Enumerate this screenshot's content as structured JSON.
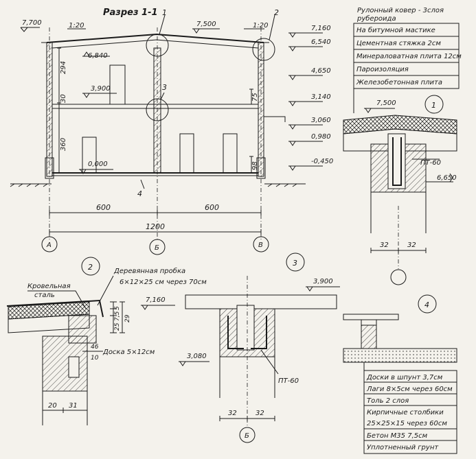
{
  "section": {
    "title": "Разрез 1-1",
    "elevations": [
      "7,700",
      "7,500",
      "6,840",
      "3,900",
      "0,000",
      "7,160",
      "6,540",
      "4,650",
      "3,140",
      "3,060",
      "0,980",
      "-0,450"
    ],
    "slopes": [
      "1:20",
      "1:20"
    ],
    "dims": [
      "294",
      "30",
      "360",
      "75",
      "98",
      "600",
      "600",
      "1200"
    ],
    "callouts": [
      "1",
      "2",
      "3",
      "4"
    ],
    "axes": [
      "А",
      "Б",
      "В"
    ]
  },
  "roof_legend": {
    "title_line1": "Рулонный ковер - 3слоя",
    "title_line2": "рубероида",
    "items": [
      "На битумной мастике",
      "Цементная стяжка 2см",
      "Минераловатная плита 12см",
      "Пароизоляция",
      "Железобетонная плита"
    ]
  },
  "detail1": {
    "num": "1",
    "elev_top": "7,500",
    "elev_side": "6,650",
    "label": "ПТ-60",
    "dims": [
      "32",
      "32"
    ]
  },
  "detail2": {
    "num": "2",
    "plug_label": "Деревянная пробка",
    "plug_spec": "6×12×25 см через 70см",
    "roof_steel_1": "Кровельная",
    "roof_steel_2": "сталь",
    "board": "Доска 5×12см",
    "elev": "7,160",
    "dims_v": [
      "5",
      "7,5",
      "25",
      "29"
    ],
    "dims_h": [
      "20",
      "31"
    ],
    "dims_s": [
      "46",
      "10"
    ]
  },
  "detail3": {
    "num": "3",
    "elev_top": "3,900",
    "elev_low": "3,080",
    "label": "ПТ-60",
    "dims": [
      "32",
      "32"
    ],
    "axis": "Б"
  },
  "detail4": {
    "num": "4",
    "items": [
      "Доски в шпунт 3,7см",
      "Лаги 8×5см через 60см",
      "Толь 2 слоя",
      "Кирпичные столбики",
      "25×25×15 через 60см",
      "Бетон М35  7,5см",
      "Уплотненный грунт"
    ]
  }
}
